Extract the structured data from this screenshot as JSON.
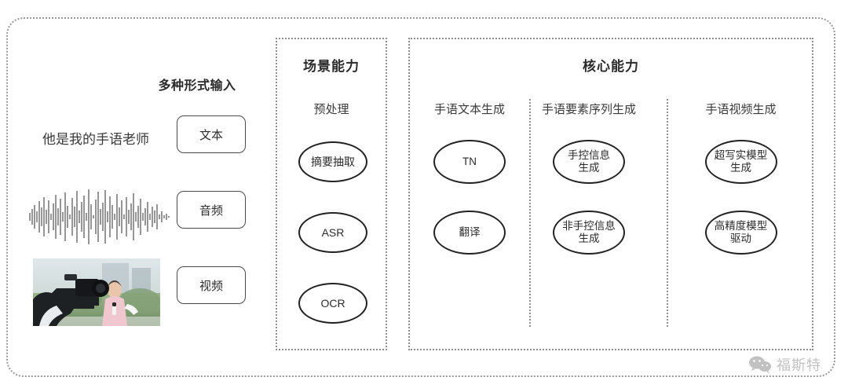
{
  "diagram": {
    "input_section": {
      "heading": "多种形式输入",
      "rows": [
        {
          "kind": "text",
          "sample": "他是我的手语老师",
          "chip_label": "文本",
          "media": "text-sample"
        },
        {
          "kind": "audio",
          "sample": "",
          "chip_label": "音频",
          "media": "audio-waveform"
        },
        {
          "kind": "video",
          "sample": "",
          "chip_label": "视频",
          "media": "video-thumbnail"
        }
      ]
    },
    "scene_section": {
      "title": "场景能力",
      "subtitle": "预处理",
      "nodes": [
        "摘要抽取",
        "ASR",
        "OCR"
      ]
    },
    "core_section": {
      "title": "核心能力",
      "columns": [
        {
          "title": "手语文本生成",
          "nodes": [
            "TN",
            "翻译"
          ]
        },
        {
          "title": "手语要素序列生成",
          "nodes": [
            "手控信息\n生成",
            "非手控信息\n生成"
          ]
        },
        {
          "title": "手语视频生成",
          "nodes": [
            "超写实模型\n生成",
            "高精度模型\n驱动"
          ]
        }
      ]
    },
    "watermark": {
      "icon": "wechat-icon",
      "text": "福斯特"
    },
    "colors": {
      "frame": "#9a9a9a",
      "box_border": "#8e8e8e",
      "node_border": "#222222",
      "text": "#2b2b2b",
      "watermark": "#6e6e6e"
    }
  }
}
